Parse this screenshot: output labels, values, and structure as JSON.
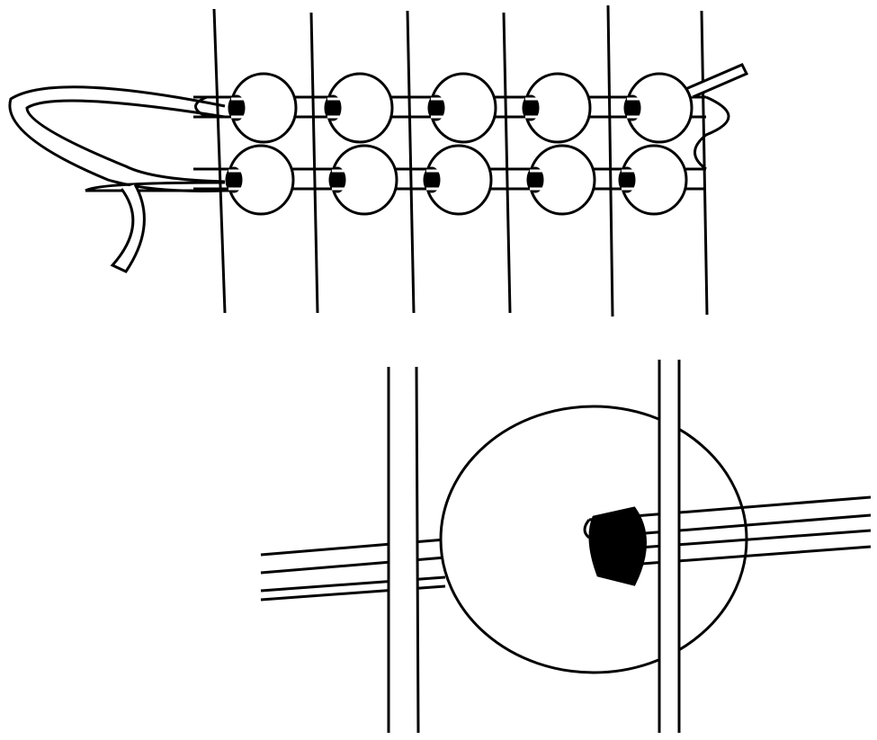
{
  "figure": {
    "line_color": "#000000",
    "fill_color": "#ffffff",
    "top_panel": {
      "warp_threads": 6,
      "bead_rows": 2,
      "beads_per_row": 5
    },
    "bottom_panel": {
      "beads": 1
    }
  }
}
